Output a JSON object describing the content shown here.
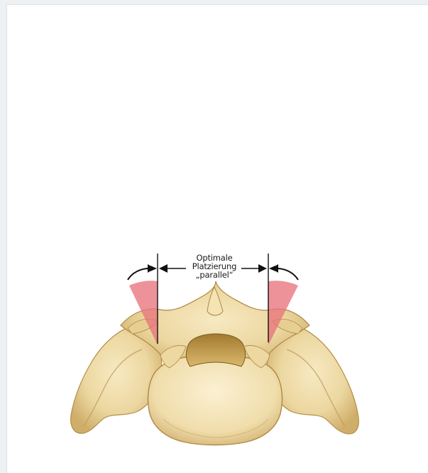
{
  "figure": {
    "label_lines": [
      "Optimale",
      "Platzierung",
      "„parallel“"
    ]
  },
  "colors": {
    "bone_fill": "#ecd9a3",
    "bone_shadow": "#c9a860",
    "bone_dark": "#8f6a2c",
    "angle_wedge": "#e8737b",
    "line": "#111111",
    "background": "#ffffff"
  }
}
